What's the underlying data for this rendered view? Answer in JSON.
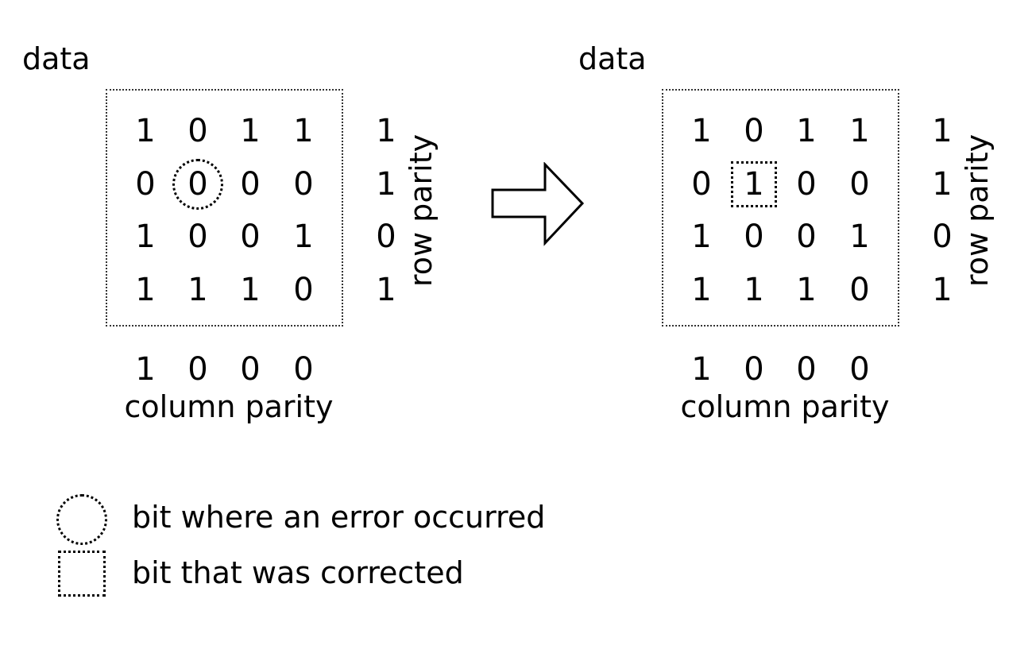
{
  "before": {
    "data_label": "data",
    "matrix": [
      [
        "1",
        "0",
        "1",
        "1"
      ],
      [
        "0",
        "0",
        "0",
        "0"
      ],
      [
        "1",
        "0",
        "0",
        "1"
      ],
      [
        "1",
        "1",
        "1",
        "0"
      ]
    ],
    "row_parity": [
      "1",
      "1",
      "0",
      "1"
    ],
    "row_parity_label": "row parity",
    "column_parity": [
      "1",
      "0",
      "0",
      "0"
    ],
    "column_parity_label": "column parity",
    "error_bit": {
      "row": 1,
      "col": 1
    }
  },
  "after": {
    "data_label": "data",
    "matrix": [
      [
        "1",
        "0",
        "1",
        "1"
      ],
      [
        "0",
        "1",
        "0",
        "0"
      ],
      [
        "1",
        "0",
        "0",
        "1"
      ],
      [
        "1",
        "1",
        "1",
        "0"
      ]
    ],
    "row_parity": [
      "1",
      "1",
      "0",
      "1"
    ],
    "row_parity_label": "row parity",
    "column_parity": [
      "1",
      "0",
      "0",
      "0"
    ],
    "column_parity_label": "column parity",
    "corrected_bit": {
      "row": 1,
      "col": 1
    }
  },
  "arrow_icon": "right-arrow-icon",
  "legend": {
    "error_text": "bit where an error occurred",
    "corrected_text": "bit that was corrected"
  }
}
